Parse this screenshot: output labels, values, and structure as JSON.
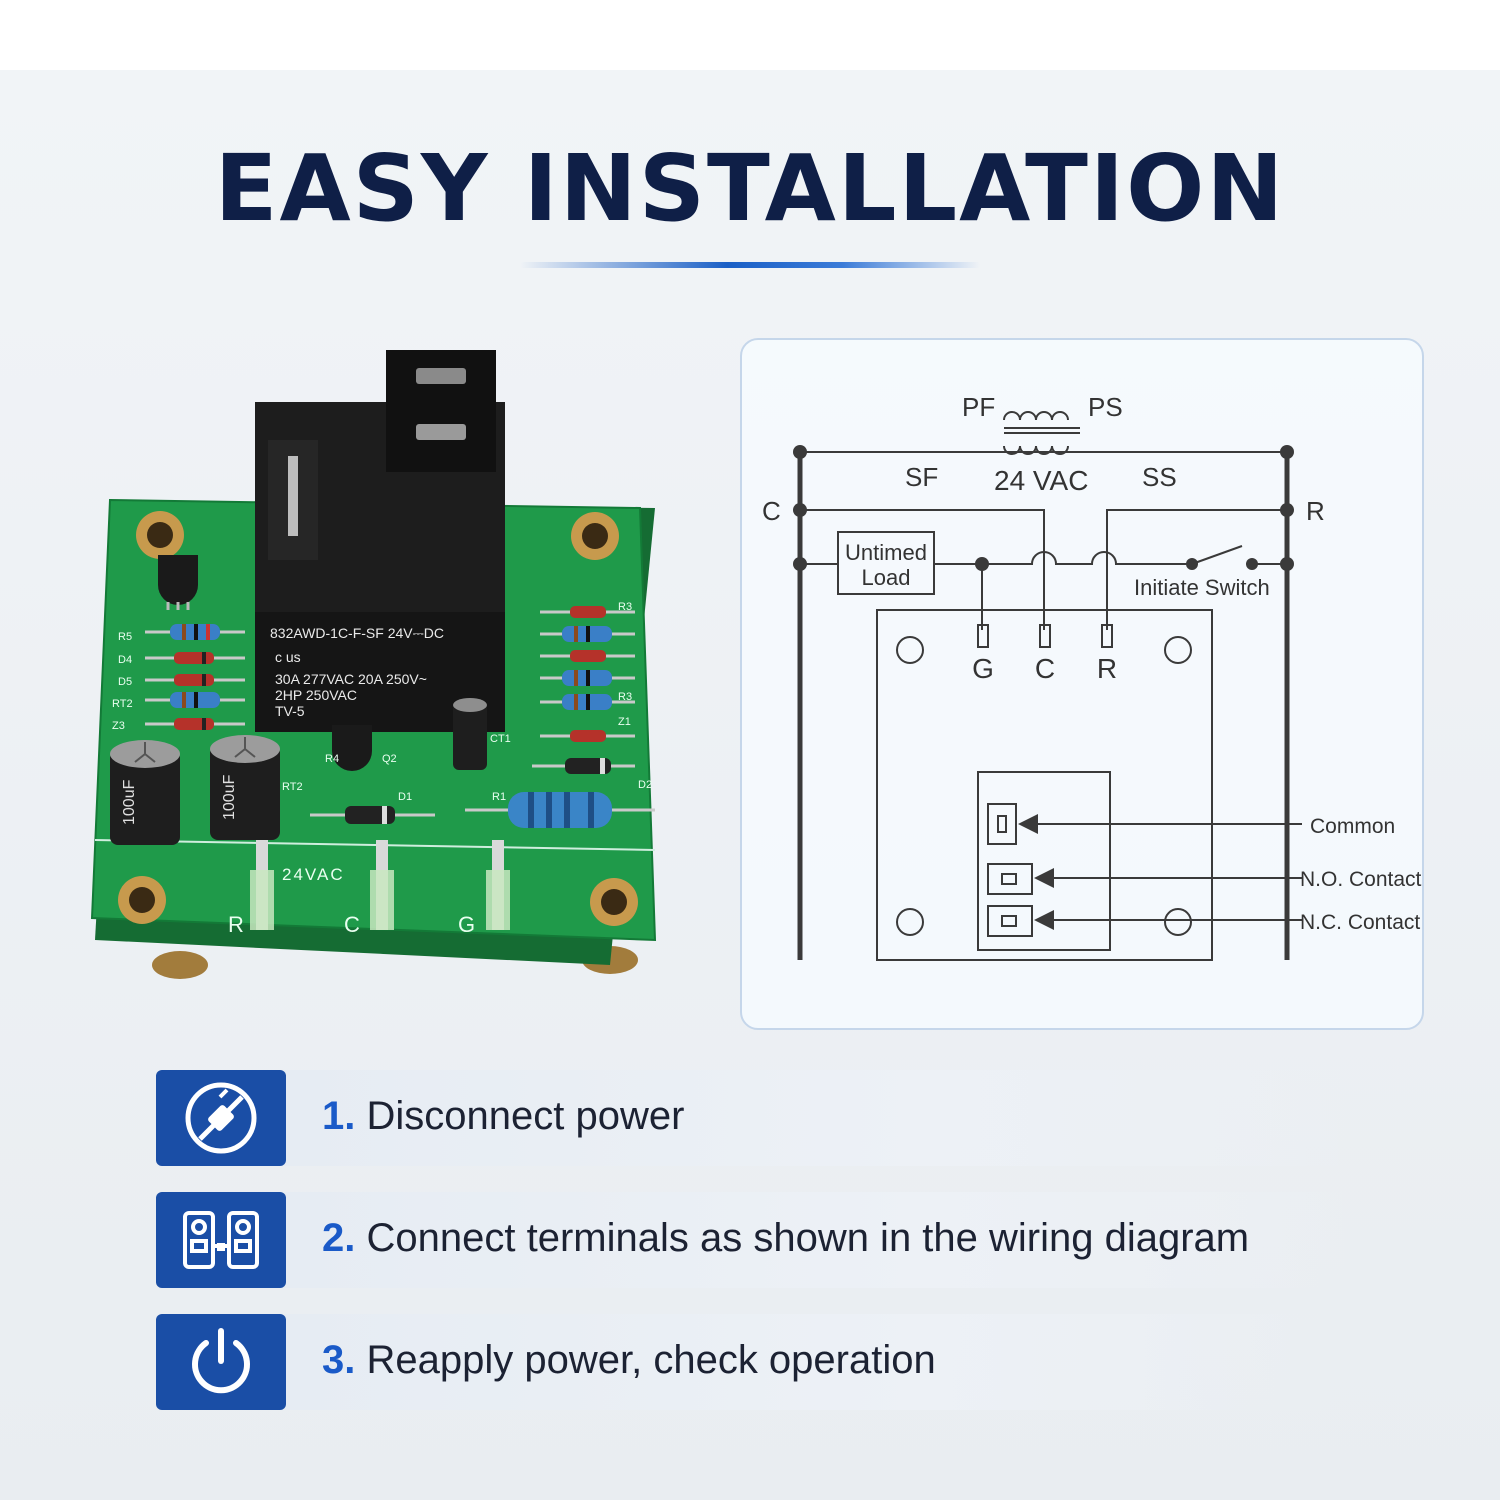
{
  "title": "EASY INSTALLATION",
  "board": {
    "relay": {
      "part": "832AWD-1C-F-SF 24V⎓DC",
      "cert": "c  us",
      "rating_1": "30A 277VAC  20A 250V~",
      "rating_2": "2HP 250VAC",
      "rating_3": "TV-5"
    },
    "labels": [
      "R5",
      "D4",
      "D5",
      "RT2",
      "Z3",
      "R3",
      "R3",
      "Z1",
      "D2",
      "CT1",
      "Q2",
      "R4",
      "RT2",
      "D1",
      "R1"
    ],
    "capacitor_text": "100uF",
    "voltage_label": "24VAC",
    "terminals": [
      "R",
      "C",
      "G"
    ]
  },
  "wiring": {
    "pf": "PF",
    "ps": "PS",
    "sf": "SF",
    "ss": "SS",
    "vac": "24 VAC",
    "c": "C",
    "r": "R",
    "load_1": "Untimed",
    "load_2": "Load",
    "initiate": "Initiate Switch",
    "term_g": "G",
    "term_c": "C",
    "term_r": "R",
    "common": "Common",
    "no": "N.O. Contact",
    "nc": "N.C. Contact"
  },
  "steps": [
    {
      "num": "1.",
      "text": "Disconnect power",
      "icon": "unplug-icon"
    },
    {
      "num": "2.",
      "text": "Connect terminals as shown in the wiring diagram",
      "icon": "terminal-block-icon"
    },
    {
      "num": "3.",
      "text": "Reapply power, check operation",
      "icon": "power-icon"
    }
  ],
  "colors": {
    "title": "#0f1f47",
    "accent": "#1a4ea6",
    "number": "#1a5ac8",
    "pcb": "#1f9a4a"
  }
}
